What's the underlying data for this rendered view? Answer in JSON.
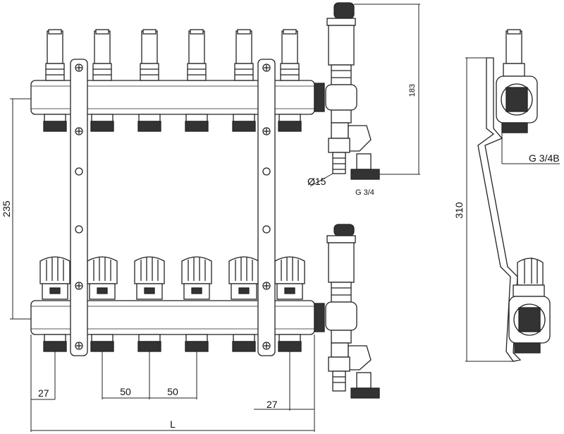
{
  "dimensions": {
    "height_between_bars": "235",
    "outlet_spacing_1": "50",
    "outlet_spacing_2": "50",
    "edge_left": "27",
    "edge_right": "27",
    "total_length": "L",
    "side_height": "310",
    "valve_height": "183",
    "drain_diameter": "Ø15",
    "drain_thread": "G 3/4",
    "inlet_thread": "G 3/4B"
  }
}
